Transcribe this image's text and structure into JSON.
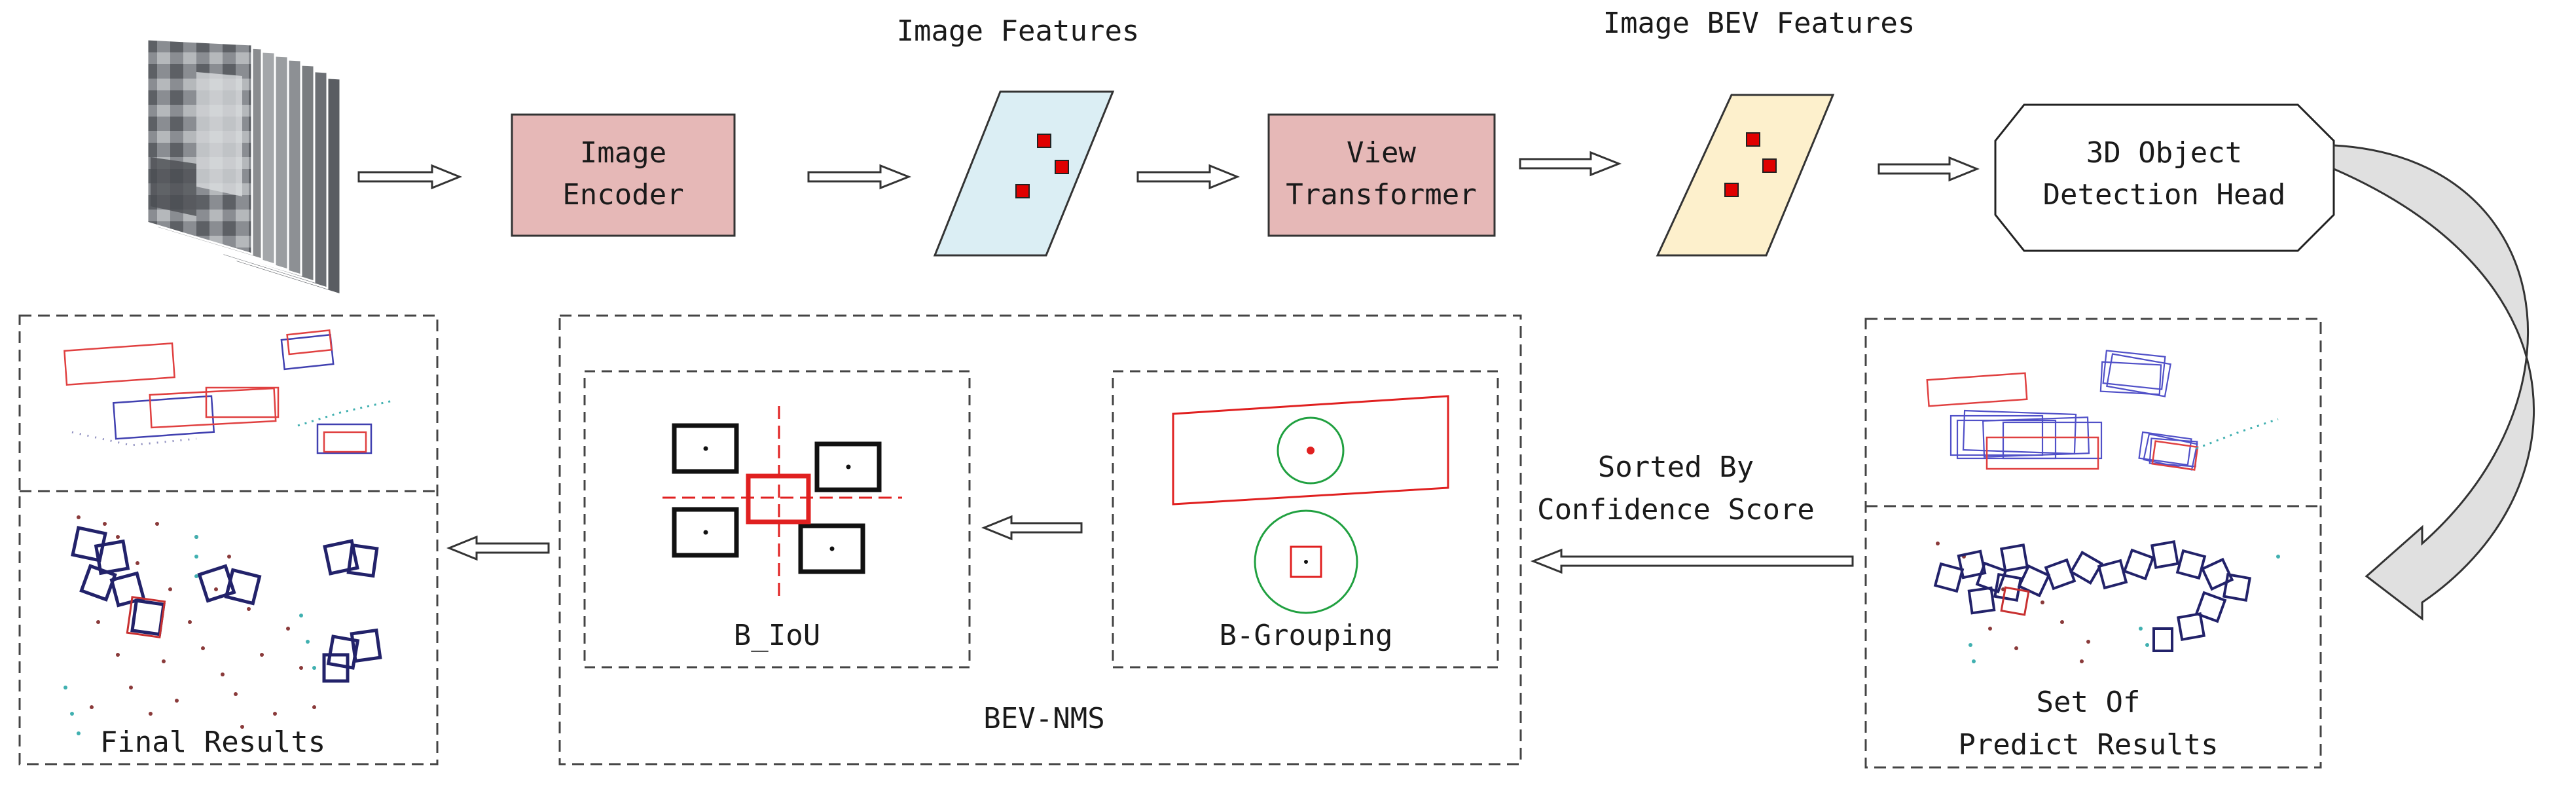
{
  "diagram": {
    "labels": {
      "image_features": "Image Features",
      "image_bev_features": "Image BEV Features",
      "image_encoder_line1": "Image",
      "image_encoder_line2": "Encoder",
      "view_transformer_line1": "View",
      "view_transformer_line2": "Transformer",
      "detection_head_line1": "3D Object",
      "detection_head_line2": "Detection Head",
      "sorted_line1": "Sorted By",
      "sorted_line2": "Confidence Score",
      "b_iou": "B_IoU",
      "b_grouping": "B-Grouping",
      "bev_nms": "BEV-NMS",
      "final_results": "Final Results",
      "set_of_line1": "Set Of",
      "set_of_line2": "Predict Results"
    },
    "colors": {
      "module_fill": "#e6b8b7",
      "image_feature_fill": "#dbeef4",
      "bev_feature_fill": "#fdf0cc",
      "feature_point": "#e00000",
      "box_red": "#e02020",
      "box_blue": "#3a3aa8",
      "circle_green": "#20a040"
    }
  }
}
